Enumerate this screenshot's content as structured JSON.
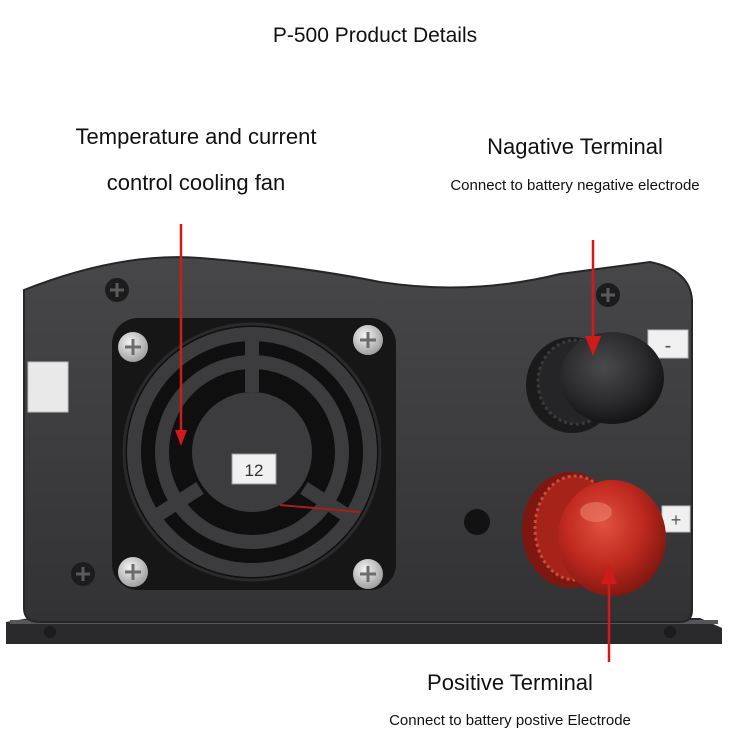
{
  "title": "P-500 Product Details",
  "fan": {
    "label_line1": "Temperature and current",
    "label_line2": "control cooling fan",
    "sticker": "12"
  },
  "negative": {
    "label": "Nagative Terminal",
    "description": "Connect to battery negative electrode",
    "sign": "-"
  },
  "positive": {
    "label": "Positive Terminal",
    "description": "Connect to battery postive Electrode",
    "sign": "+"
  },
  "colors": {
    "housing": "#3c3c3e",
    "base_plate": "#2a2a2c",
    "fan_dark": "#161617",
    "negative_cap": "#2b2b2d",
    "positive_cap": "#c0291f",
    "arrow": "#d11a1a"
  }
}
